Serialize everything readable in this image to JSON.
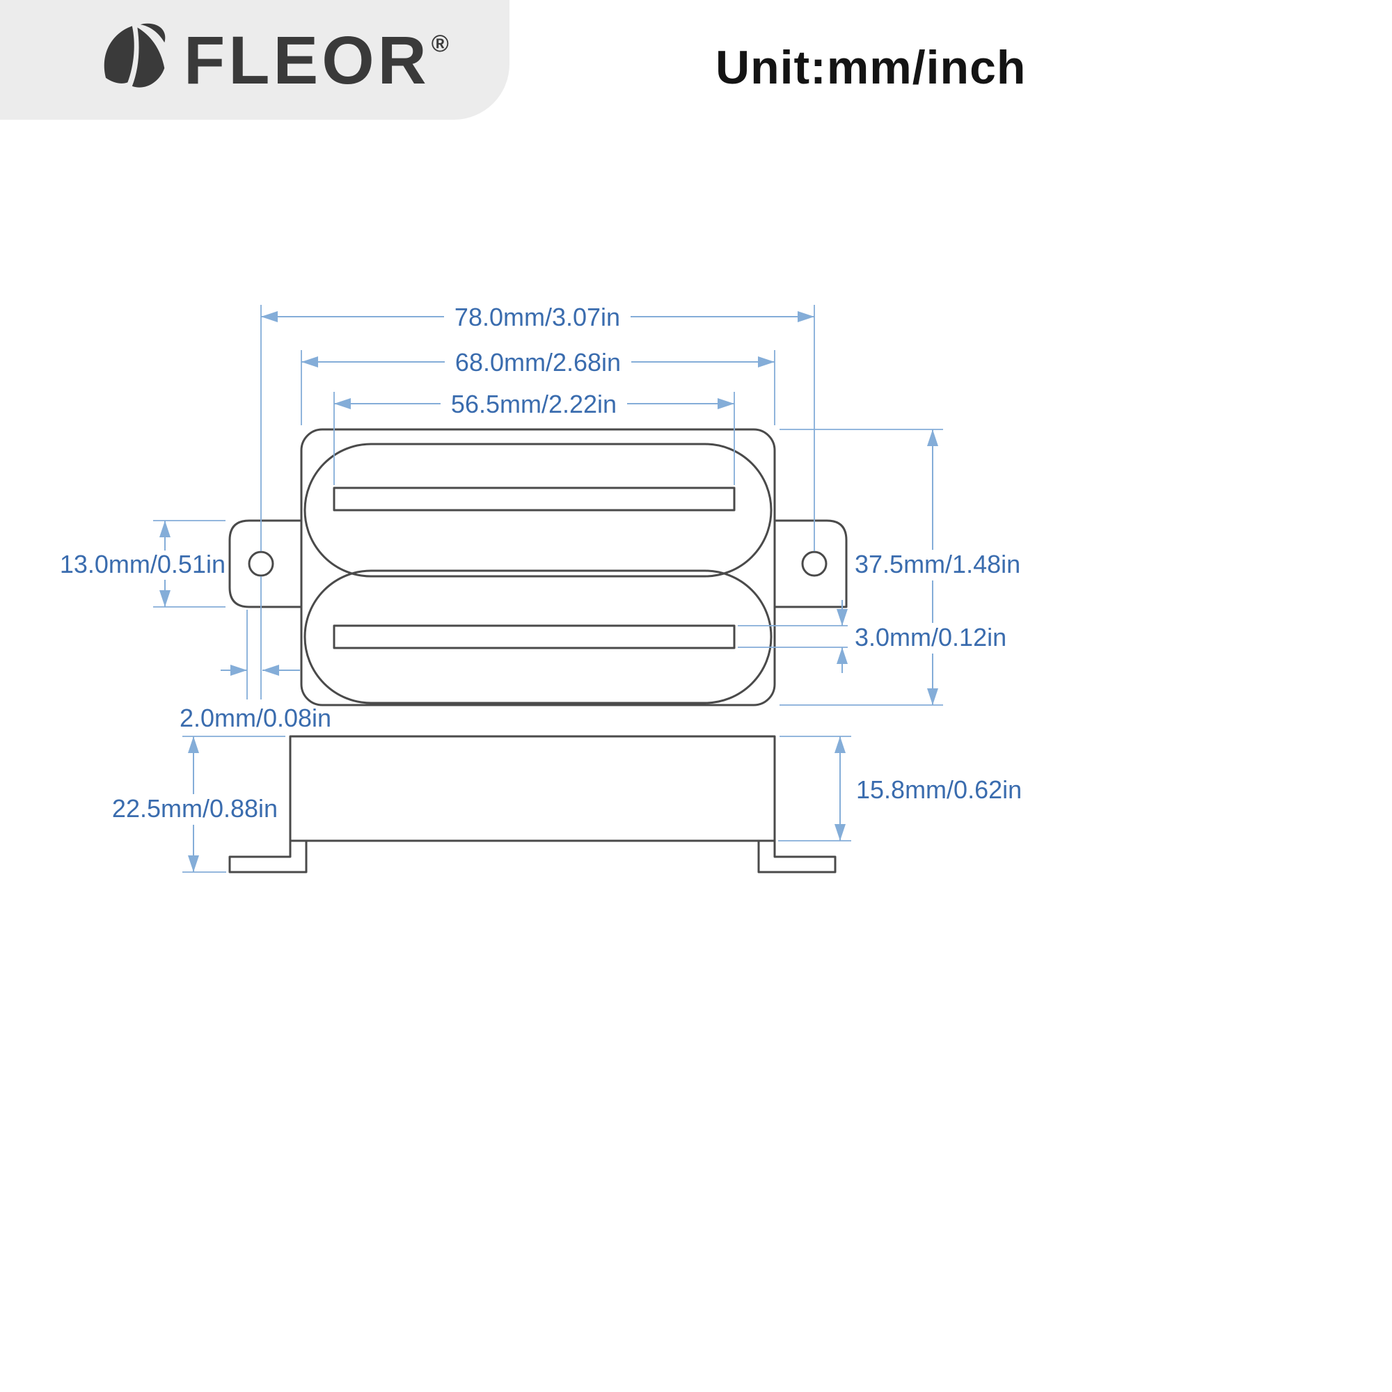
{
  "header": {
    "brand": "FLEOR",
    "registered_mark": "®",
    "unit_label": "Unit:mm/inch"
  },
  "colors": {
    "header_background": "#ececec",
    "logo_ink": "#3a3a3a",
    "drawing_outline": "#4a4a4a",
    "dimension_line": "#84add8",
    "dimension_text": "#3a6cae"
  },
  "dimensions": {
    "mounting_hole_spacing": "78.0mm/3.07in",
    "body_width": "68.0mm/2.68in",
    "rail_length": "56.5mm/2.22in",
    "ear_height": "13.0mm/0.51in",
    "body_height": "37.5mm/1.48in",
    "rail_width": "3.0mm/0.12in",
    "hole_edge_offset": "2.0mm/0.08in",
    "total_depth": "22.5mm/0.88in",
    "base_depth": "15.8mm/0.62in"
  }
}
